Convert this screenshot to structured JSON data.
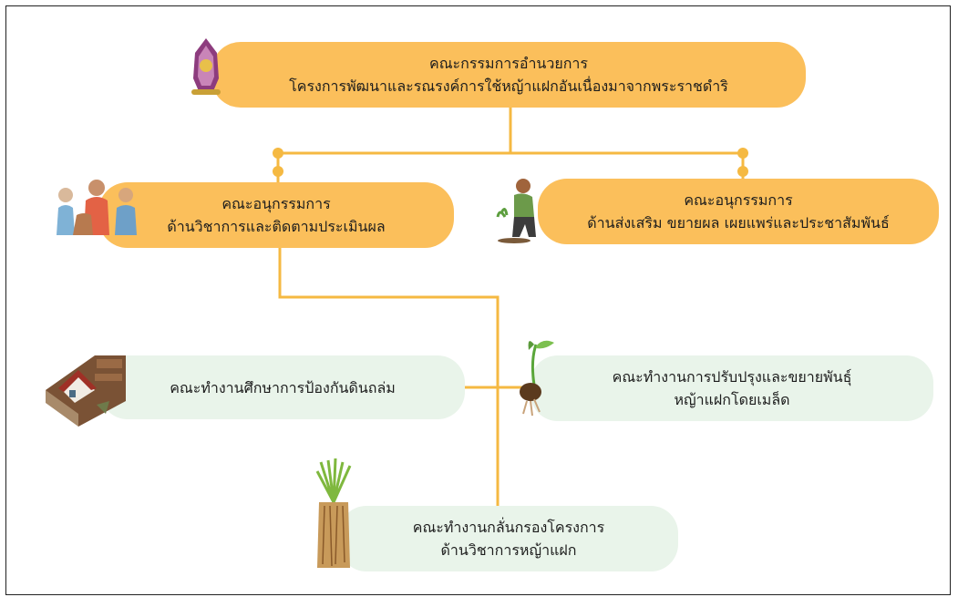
{
  "main_committee": {
    "line1": "คณะกรรมการอำนวยการ",
    "line2": "โครงการพัฒนาและรณรงค์การใช้หญ้าแฝกอันเนื่องมาจากพระราชดำริ"
  },
  "sub_committees": [
    {
      "line1": "คณะอนุกรรมการ",
      "line2": "ด้านวิชาการและติดตามประเมินผล"
    },
    {
      "line1": "คณะอนุกรรมการ",
      "line2": "ด้านส่งเสริม ขยายผล เผยแพร่และประชาสัมพันธ์"
    }
  ],
  "working_groups": [
    {
      "line1": "คณะทำงานศึกษาการป้องกันดินถล่ม"
    },
    {
      "line1": "คณะทำงานการปรับปรุงและขยายพันธุ์",
      "line2": "หญ้าแฝกโดยเมล็ด"
    },
    {
      "line1": "คณะทำงานกลั่นกรองโครงการ",
      "line2": "ด้านวิชาการหญ้าแฝก"
    }
  ],
  "colors": {
    "orange": "#fbbf5b",
    "green": "#e9f4ea",
    "connector": "#f5b942"
  },
  "icons": [
    "royal-emblem-icon",
    "people-group-icon",
    "farmer-planting-icon",
    "landslide-house-icon",
    "seedling-icon",
    "vetiver-grass-root-icon"
  ]
}
